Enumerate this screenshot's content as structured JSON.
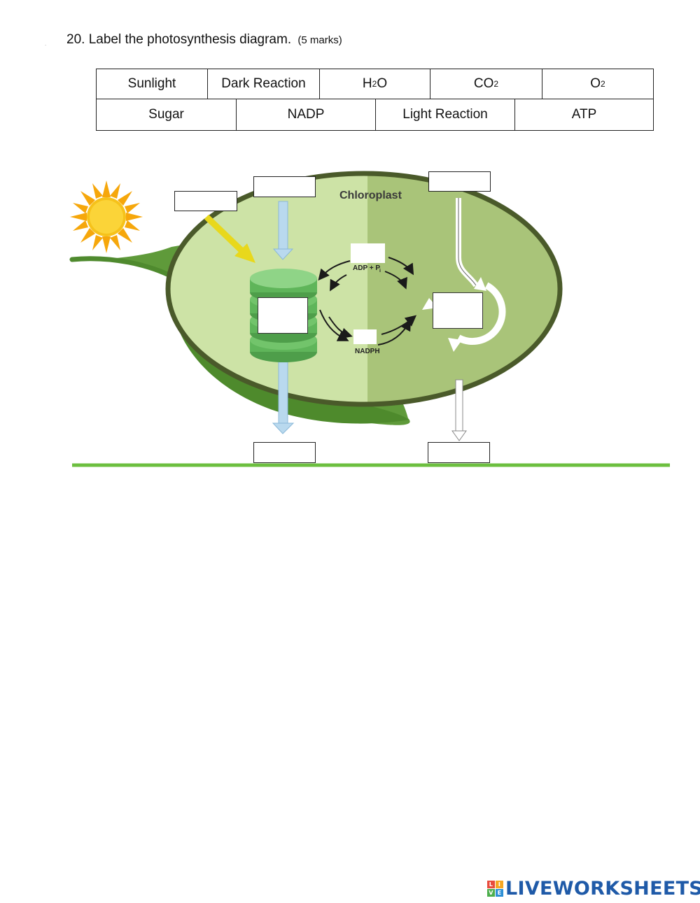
{
  "question": {
    "text": "20. Label the photosynthesis diagram.",
    "marks": "(5 marks)"
  },
  "word_bank": {
    "row1": [
      {
        "main": "Sunlight",
        "sub": ""
      },
      {
        "main": "Dark Reaction",
        "sub": ""
      },
      {
        "main": "H",
        "sub": "2",
        "tail": "O"
      },
      {
        "main": "CO",
        "sub": "2",
        "tail": ""
      },
      {
        "main": "O",
        "sub": "2",
        "tail": ""
      }
    ],
    "row2": [
      "Sugar",
      "NADP",
      "Light Reaction",
      "ATP"
    ]
  },
  "diagram": {
    "chloroplast_label": "Chloroplast",
    "adp_label": "ADP + P",
    "adp_subscript": "i",
    "nadph_label": "NADPH",
    "colors": {
      "leaf": "#5f9a3a",
      "chloroplast_light": "#cde3a6",
      "chloroplast_dark": "#a9c479",
      "outline": "#4a5a2a",
      "thylakoid": "#5fb55a",
      "sun": "#f6b90f",
      "arrow_blue": "#b9d9ee",
      "ground": "#6cbf3f"
    }
  },
  "brand": {
    "name": "LIVEWORKSHEETS",
    "logo_letters": [
      "L",
      "I",
      "V",
      "E"
    ]
  }
}
